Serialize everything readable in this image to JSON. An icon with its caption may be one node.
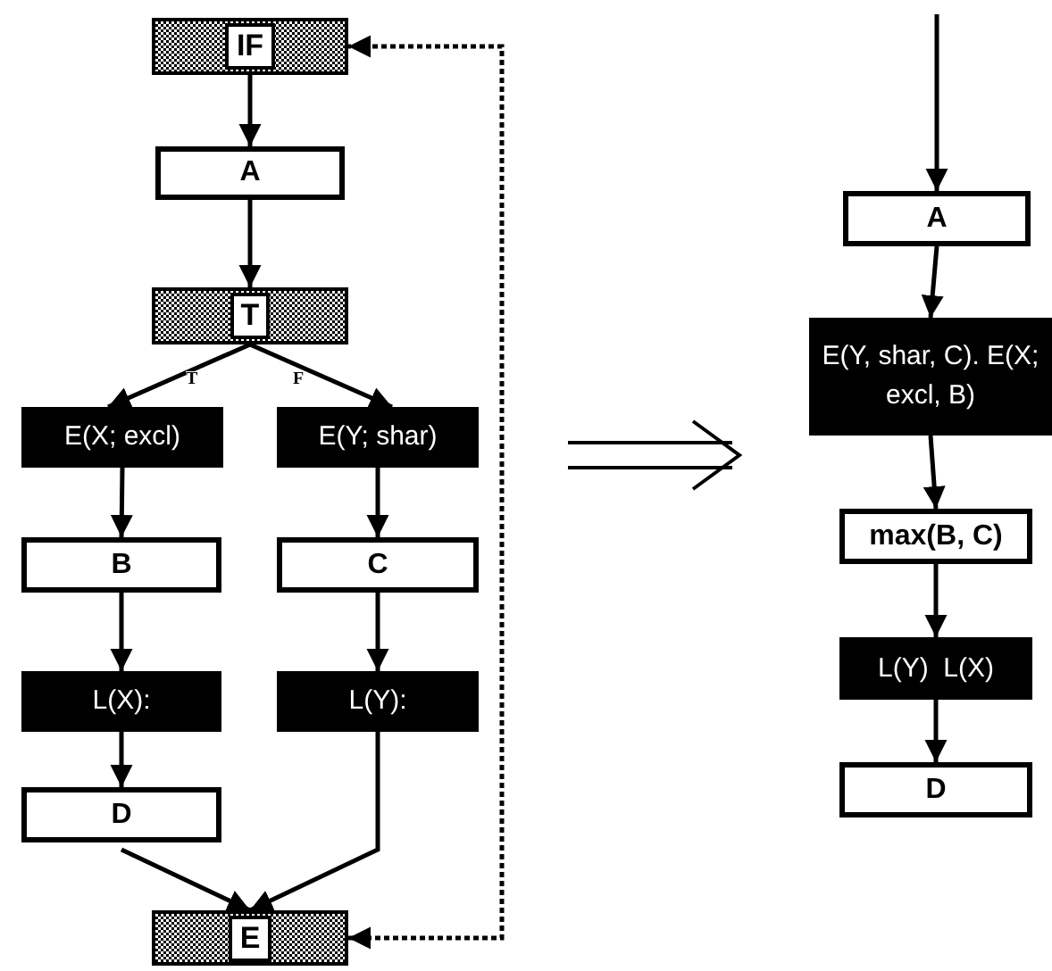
{
  "diagram": {
    "nodes": [
      {
        "text": [
          "IF"
        ]
      },
      {
        "text": [
          "A"
        ]
      },
      {
        "text": [
          "T"
        ]
      },
      {
        "text": [
          "E(X; excl)"
        ]
      },
      {
        "text": [
          "E(Y; shar)"
        ]
      },
      {
        "text": [
          "B"
        ]
      },
      {
        "text": [
          "C"
        ]
      },
      {
        "text": [
          "L(X):"
        ]
      },
      {
        "text": [
          "L(Y):"
        ]
      },
      {
        "text": [
          "D"
        ]
      },
      {
        "text": [
          "E"
        ]
      },
      {
        "text": [
          "A"
        ]
      },
      {
        "text": [
          "E(Y, shar, C). E(X; excl, B)"
        ]
      },
      {
        "text": [
          "max(B, C)"
        ]
      },
      {
        "text": [
          "L(Y)  L(X)"
        ]
      },
      {
        "text": [
          "D"
        ]
      }
    ],
    "edges": [
      {
        "from": 0,
        "to": 1,
        "arrow": "to"
      },
      {
        "from": 1,
        "to": 2,
        "arrow": "to"
      },
      {
        "from": 2,
        "to": 3,
        "arrow": "to",
        "label": "T"
      },
      {
        "from": 2,
        "to": 4,
        "arrow": "to",
        "label": "F"
      },
      {
        "from": 3,
        "to": 5,
        "arrow": "to"
      },
      {
        "from": 4,
        "to": 6,
        "arrow": "to"
      },
      {
        "from": 5,
        "to": 7,
        "arrow": "to"
      },
      {
        "from": 6,
        "to": 8,
        "arrow": "to"
      },
      {
        "from": 7,
        "to": 9,
        "arrow": "to"
      },
      {
        "from": 9,
        "to": 10,
        "arrow": "to"
      },
      {
        "from": 8,
        "to": 10,
        "arrow": "to"
      },
      {
        "from": 10,
        "to": 0,
        "arrow": "both",
        "style": "dashed"
      },
      {
        "from": null,
        "to": 11,
        "arrow": "to"
      },
      {
        "from": 11,
        "to": 12,
        "arrow": "to"
      },
      {
        "from": 12,
        "to": 13,
        "arrow": "to"
      },
      {
        "from": 13,
        "to": 14,
        "arrow": "to"
      },
      {
        "from": 14,
        "to": 15,
        "arrow": "to"
      }
    ]
  }
}
